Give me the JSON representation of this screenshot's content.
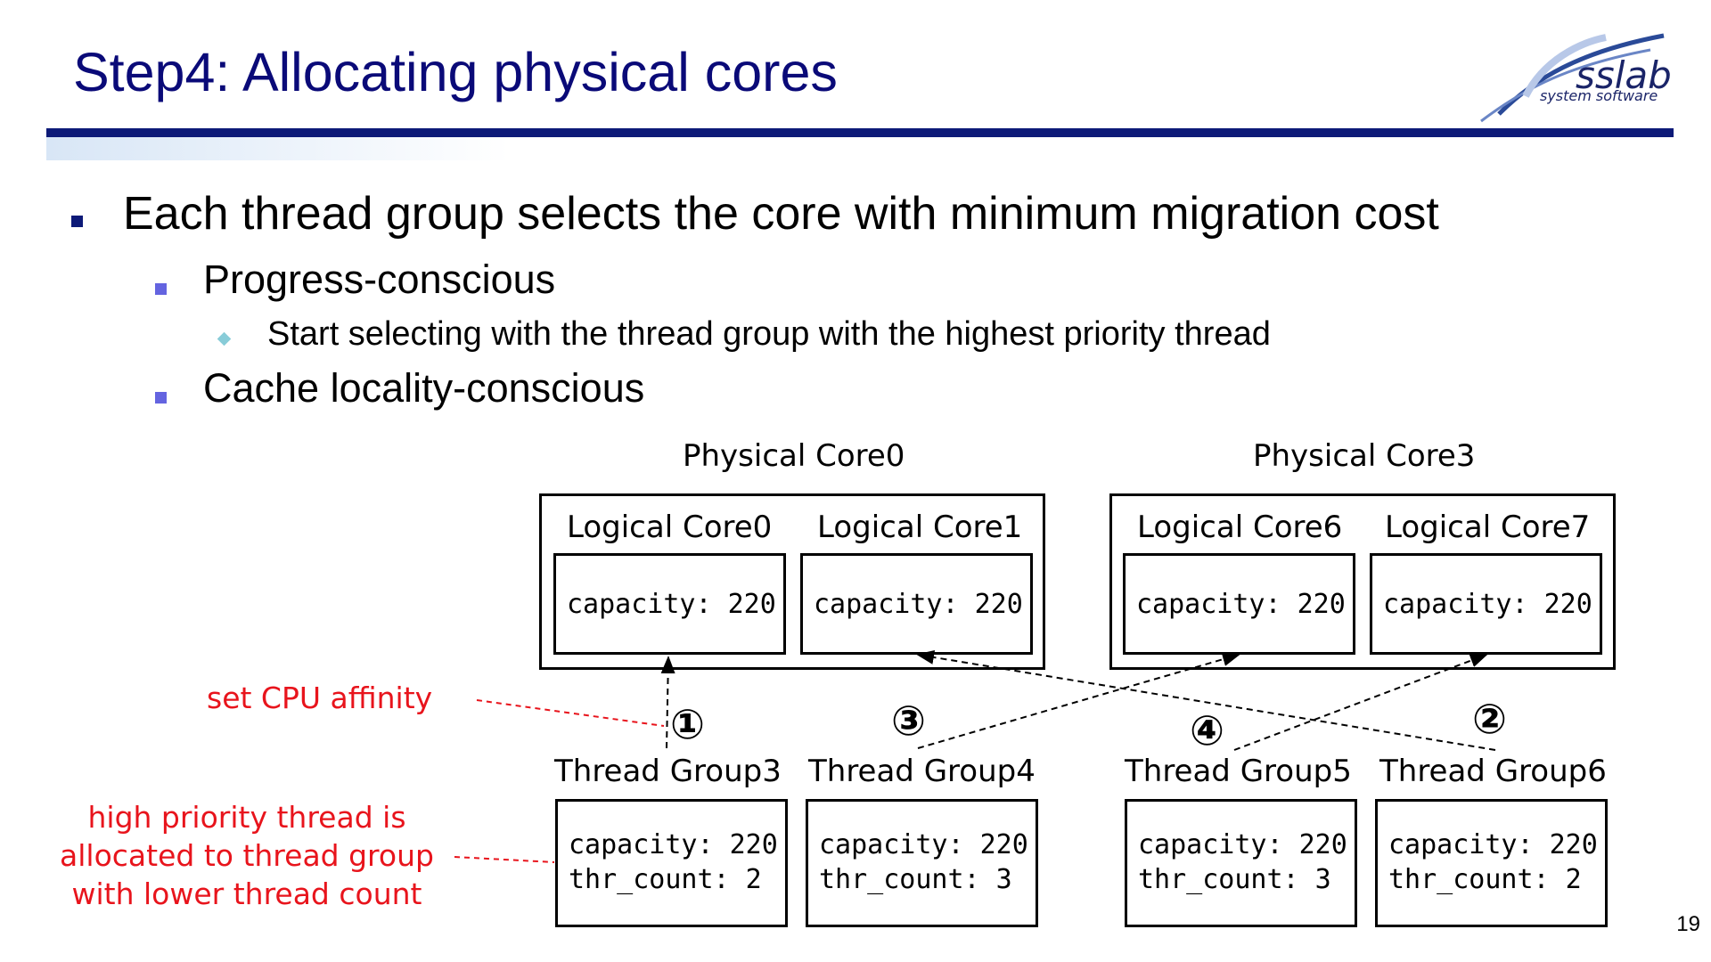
{
  "header": {
    "title": "Step4: Allocating physical cores",
    "logo": {
      "name": "sslab",
      "subtitle": "system software"
    }
  },
  "bullets": {
    "main": "Each thread group selects the core with minimum migration cost",
    "sub1": "Progress-conscious",
    "sub1_detail": "Start selecting with the thread group with the highest priority thread",
    "sub2": "Cache locality-conscious"
  },
  "diagram": {
    "physical_cores": [
      {
        "label": "Physical Core0",
        "logical": [
          {
            "label": "Logical Core0",
            "capacity": "capacity: 220"
          },
          {
            "label": "Logical Core1",
            "capacity": "capacity: 220"
          }
        ]
      },
      {
        "label": "Physical Core3",
        "logical": [
          {
            "label": "Logical Core6",
            "capacity": "capacity: 220"
          },
          {
            "label": "Logical Core7",
            "capacity": "capacity: 220"
          }
        ]
      }
    ],
    "thread_groups": [
      {
        "label": "Thread Group3",
        "capacity": "capacity: 220",
        "thr_count": "thr_count: 2",
        "order": "①"
      },
      {
        "label": "Thread Group4",
        "capacity": "capacity: 220",
        "thr_count": "thr_count: 3",
        "order": "③"
      },
      {
        "label": "Thread Group5",
        "capacity": "capacity: 220",
        "thr_count": "thr_count: 3",
        "order": "④"
      },
      {
        "label": "Thread Group6",
        "capacity": "capacity: 220",
        "thr_count": "thr_count: 2",
        "order": "②"
      }
    ],
    "annotations": {
      "affinity": "set CPU affinity",
      "priority_line1": "high priority thread is",
      "priority_line2": "allocated to thread group",
      "priority_line3": "with lower thread count"
    }
  },
  "colors": {
    "title": "#0a0a78",
    "bar": "#0d1a78",
    "annotation": "#e8141c"
  },
  "page_number": "19"
}
